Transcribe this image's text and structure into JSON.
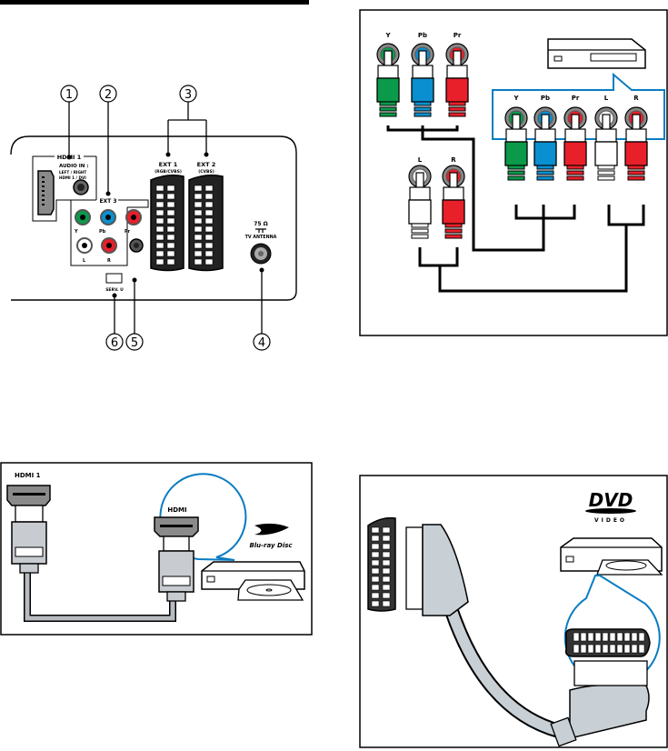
{
  "rear_panel": {
    "callouts": [
      "1",
      "2",
      "3",
      "4",
      "5",
      "6"
    ],
    "hdmi_label": "HDMI 1",
    "audio_in_label": "AUDIO IN :",
    "audio_in_sub1": "LEFT / RIGHT",
    "audio_in_sub2": "HDMI 1 / DVI",
    "ext3_label": "EXT 3",
    "component_labels": [
      "Y",
      "Pb",
      "Pr"
    ],
    "audio_labels": [
      "L",
      "R"
    ],
    "ext1_label": "EXT 1",
    "ext1_sub": "(RGB/CVBS)",
    "ext2_label": "EXT 2",
    "ext2_sub": "(CVBS)",
    "antenna_ohm": "75 Ω",
    "antenna_label": "TV ANTENNA",
    "service_label": "SERV. U"
  },
  "component_diagram": {
    "tv_labels": [
      "Y",
      "Pb",
      "Pr"
    ],
    "tv_audio_labels": [
      "L",
      "R"
    ],
    "device_labels": [
      "Y",
      "Pb",
      "Pr",
      "L",
      "R"
    ],
    "colors": {
      "green": "#0a9a4a",
      "blue": "#0a8fd0",
      "red": "#e8202a",
      "white": "#ffffff",
      "callout_blue": "#0a7cc1"
    }
  },
  "hdmi_diagram": {
    "tv_label": "HDMI 1",
    "device_label": "HDMI",
    "logo_text": "Blu-ray Disc"
  },
  "scart_diagram": {
    "logo_text": "DVD",
    "logo_sub": "VIDEO"
  }
}
